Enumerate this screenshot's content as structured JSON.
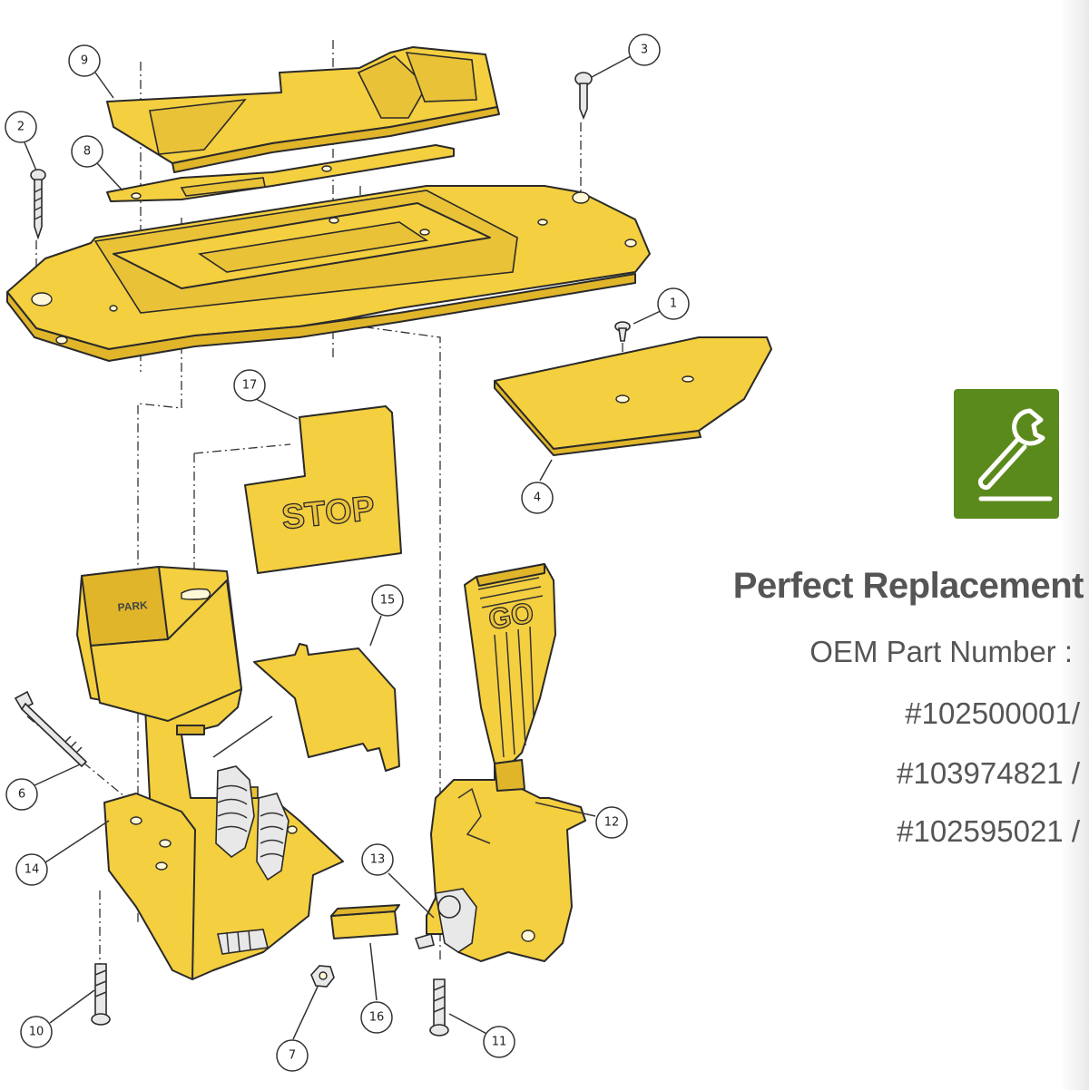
{
  "diagram": {
    "callouts": [
      "1",
      "2",
      "3",
      "4",
      "6",
      "7",
      "8",
      "9",
      "10",
      "11",
      "12",
      "13",
      "14",
      "15",
      "16",
      "17"
    ],
    "stamps": {
      "stop": "STOP",
      "go": "GO"
    }
  },
  "badge": {
    "icon": "wrench-icon",
    "color": "#5b8a1c"
  },
  "info": {
    "heading": "Perfect Replacement",
    "label": "OEM Part Number :",
    "part_numbers": [
      "#102500001/",
      "#103974821 /",
      "#102595021 /"
    ]
  },
  "colors": {
    "part_fill": "#f4cf3f",
    "outline": "#2a2a2a",
    "text": "#555555"
  }
}
